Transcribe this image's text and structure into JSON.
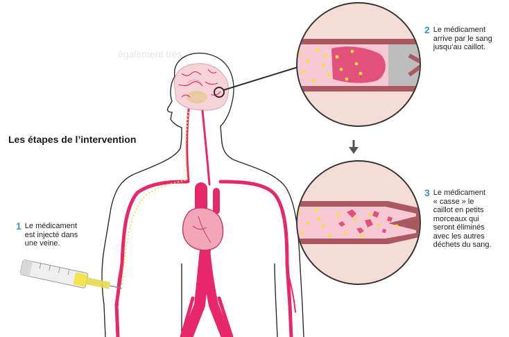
{
  "title": "Les étapes de l’intervention",
  "background_text": "également très",
  "steps": [
    {
      "number": "1",
      "text": "Le médicament\nest injecté dans\nune veine."
    },
    {
      "number": "2",
      "text": "Le médicament\narrive par le sang\njusqu’au caillot."
    },
    {
      "number": "3",
      "text": "Le médicament\n« casse » le\ncaillot en petits\nmorceaux qui\nseront éliminés\navec les autres\ndéchets du sang."
    }
  ],
  "colors": {
    "vessel": "#e8276a",
    "vessel_light": "#f7c9d4",
    "clot": "#e4507c",
    "drug_particles": "#f2e23a",
    "skin": "#f3d6c8",
    "accent_number": "#3f8fd0",
    "arrow": "#555555"
  },
  "icons": {
    "arrow": "down-arrow-icon",
    "syringe": "syringe-icon"
  }
}
